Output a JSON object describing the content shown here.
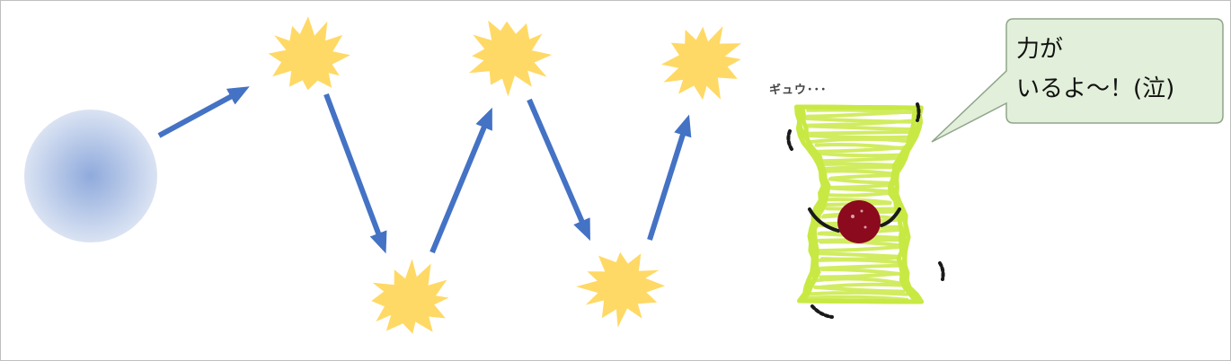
{
  "colors": {
    "arrow": "#4472c4",
    "burst": "#ffd966",
    "sphere_center": "#8faadc",
    "sphere_edge": "#dae3f3",
    "creature_body": "#c6e83a",
    "creature_core": "#8b0a1e",
    "callout_fill": "#e2efda",
    "callout_border": "#8fa58a"
  },
  "callout": {
    "line1": "力が",
    "line2": "いるよ～！(泣)"
  },
  "sound_effect": "ギュウ･･･"
}
